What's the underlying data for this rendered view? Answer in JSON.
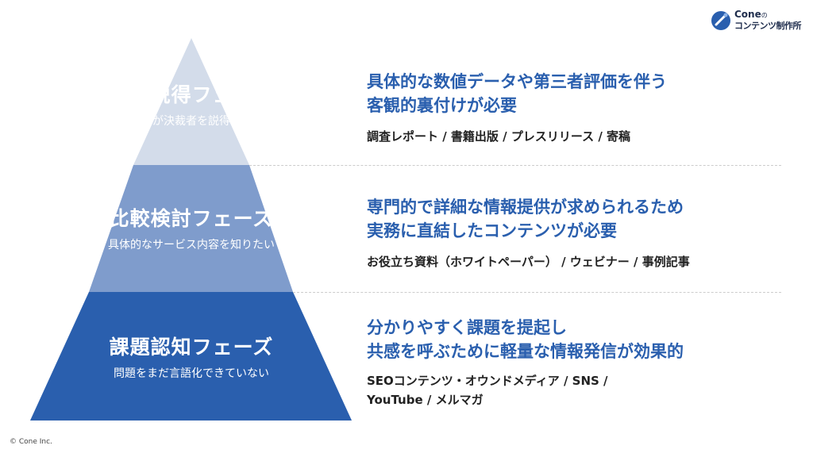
{
  "logo": {
    "brand": "Cone",
    "brand_suffix": "の",
    "subtitle": "コンテンツ制作所"
  },
  "colors": {
    "tier_top": "#d3dcea",
    "tier_middle": "#7f9ccc",
    "tier_bottom": "#2a5fae",
    "headline": "#2a5fae",
    "body_text": "#222222"
  },
  "tiers": [
    {
      "title": "社内説得フェーズ",
      "subtitle": "担当者が決裁者を説得したい",
      "headline_line1": "具体的な数値データや第三者評価を伴う",
      "headline_line2": "客観的裏付けが必要",
      "media_line1": "調査レポート / 書籍出版 / プレスリリース / 寄稿",
      "media_line2": ""
    },
    {
      "title": "比較検討フェーズ",
      "subtitle": "具体的なサービス内容を知りたい",
      "headline_line1": "専門的で詳細な情報提供が求められるため",
      "headline_line2": "実務に直結したコンテンツが必要",
      "media_line1": "お役立ち資料（ホワイトペーパー） / ウェビナー / 事例記事",
      "media_line2": ""
    },
    {
      "title": "課題認知フェーズ",
      "subtitle": "問題をまだ言語化できていない",
      "headline_line1": "分かりやすく課題を提起し",
      "headline_line2": "共感を呼ぶために軽量な情報発信が効果的",
      "media_line1": "SEOコンテンツ・オウンドメディア / SNS /",
      "media_line2": "YouTube / メルマガ"
    }
  ],
  "footer": {
    "copyright": "© Cone Inc."
  }
}
